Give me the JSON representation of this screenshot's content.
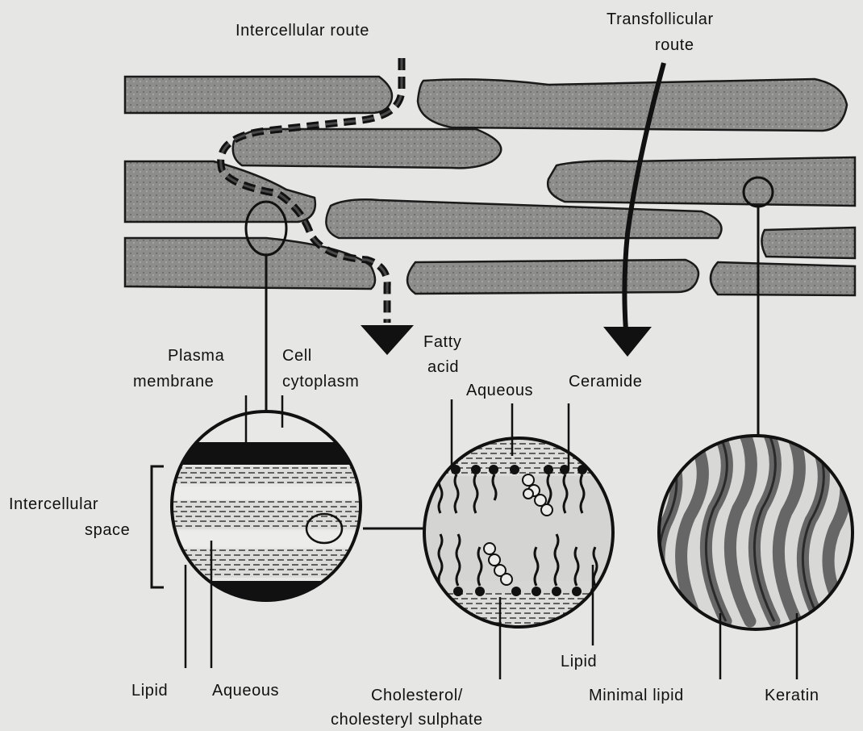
{
  "labels": {
    "intercellular_route": "Intercellular route",
    "transfollicular_1": "Transfollicular",
    "transfollicular_2": "route",
    "plasma_1": "Plasma",
    "plasma_2": "membrane",
    "cell_1": "Cell",
    "cell_2": "cytoplasm",
    "fatty_1": "Fatty",
    "fatty_2": "acid",
    "aqueous_top": "Aqueous",
    "ceramide": "Ceramide",
    "intercellular_space_1": "Intercellular",
    "intercellular_space_2": "space",
    "lipid_left": "Lipid",
    "aqueous_left": "Aqueous",
    "cholesterol_1": "Cholesterol/",
    "cholesterol_2": "cholesteryl sulphate",
    "lipid_mid": "Lipid",
    "minimal_lipid": "Minimal lipid",
    "keratin": "Keratin"
  },
  "colors": {
    "background": "#e6e6e4",
    "corneocyte": "#8a8a88",
    "ink": "#111111",
    "light_fill": "#d4d4d2"
  }
}
